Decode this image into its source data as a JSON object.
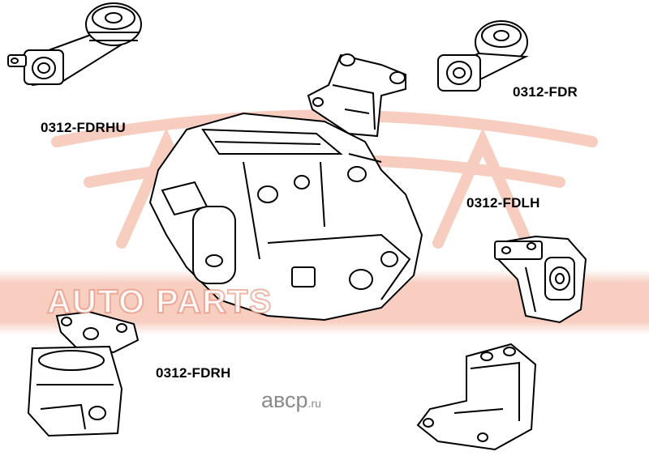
{
  "labels": {
    "fdrhu": "0312-FDRHU",
    "fdr": "0312-FDR",
    "fdlh": "0312-FDLH",
    "fdrh": "0312-FDRH"
  },
  "watermark": {
    "text": "AUTO PARTS",
    "color": "#f0a68c"
  },
  "brand": {
    "name": "авср",
    "suffix": ".ru",
    "color": "#8a8a8a"
  },
  "colors": {
    "line": "#000000",
    "background": "#ffffff"
  }
}
